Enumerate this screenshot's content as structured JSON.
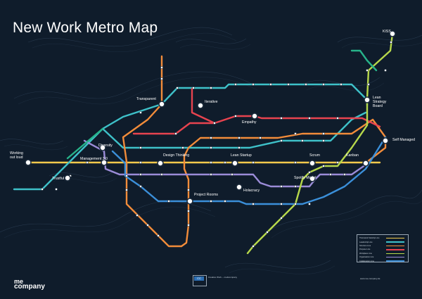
{
  "title": "New Work Metro Map",
  "logo": {
    "line1": "me",
    "line2": "company"
  },
  "colors": {
    "background": "#0f1c2b",
    "station_fill": "#ffffff",
    "station_stroke": "#1b2a3a",
    "teal": "#3ec1c9",
    "yellow": "#f2c94c",
    "orange": "#f28c3a",
    "red": "#e8434f",
    "purple": "#9b8cd8",
    "blue": "#3b8fd9",
    "lime": "#b7d84b",
    "green": "#27b38a"
  },
  "legend": [
    {
      "label": "Theinstock Starship Line",
      "color": "#f2c94c"
    },
    {
      "label": "Leadership Line",
      "color": "#3ec1c9"
    },
    {
      "label": "Structure Line",
      "color": "#f28c3a"
    },
    {
      "label": "Purpose Line",
      "color": "#e8434f"
    },
    {
      "label": "Workplace Line",
      "color": "#b7d84b"
    },
    {
      "label": "Organisation Line",
      "color": "#9b8cd8"
    },
    {
      "label": "Collaboration Line",
      "color": "#3b8fd9"
    }
  ],
  "interchanges": [
    {
      "name": "Working out loud"
    },
    {
      "name": "Trustful"
    },
    {
      "name": "Management 3.0"
    },
    {
      "name": "Diversity"
    },
    {
      "name": "Transparent"
    },
    {
      "name": "Iterative"
    },
    {
      "name": "Empathy"
    },
    {
      "name": "Design Thinking"
    },
    {
      "name": "Lean Startup"
    },
    {
      "name": "Scrum"
    },
    {
      "name": "Kanban"
    },
    {
      "name": "Lean Strategy Board"
    },
    {
      "name": "Self Managed"
    },
    {
      "name": "KISS"
    },
    {
      "name": "Project Rooms"
    },
    {
      "name": "Holacracy"
    },
    {
      "name": "Spotify Model"
    }
  ],
  "footer": {
    "cc_badge": "CC",
    "note": "Creative Work -- me&company",
    "url": "www.me-company.de"
  }
}
